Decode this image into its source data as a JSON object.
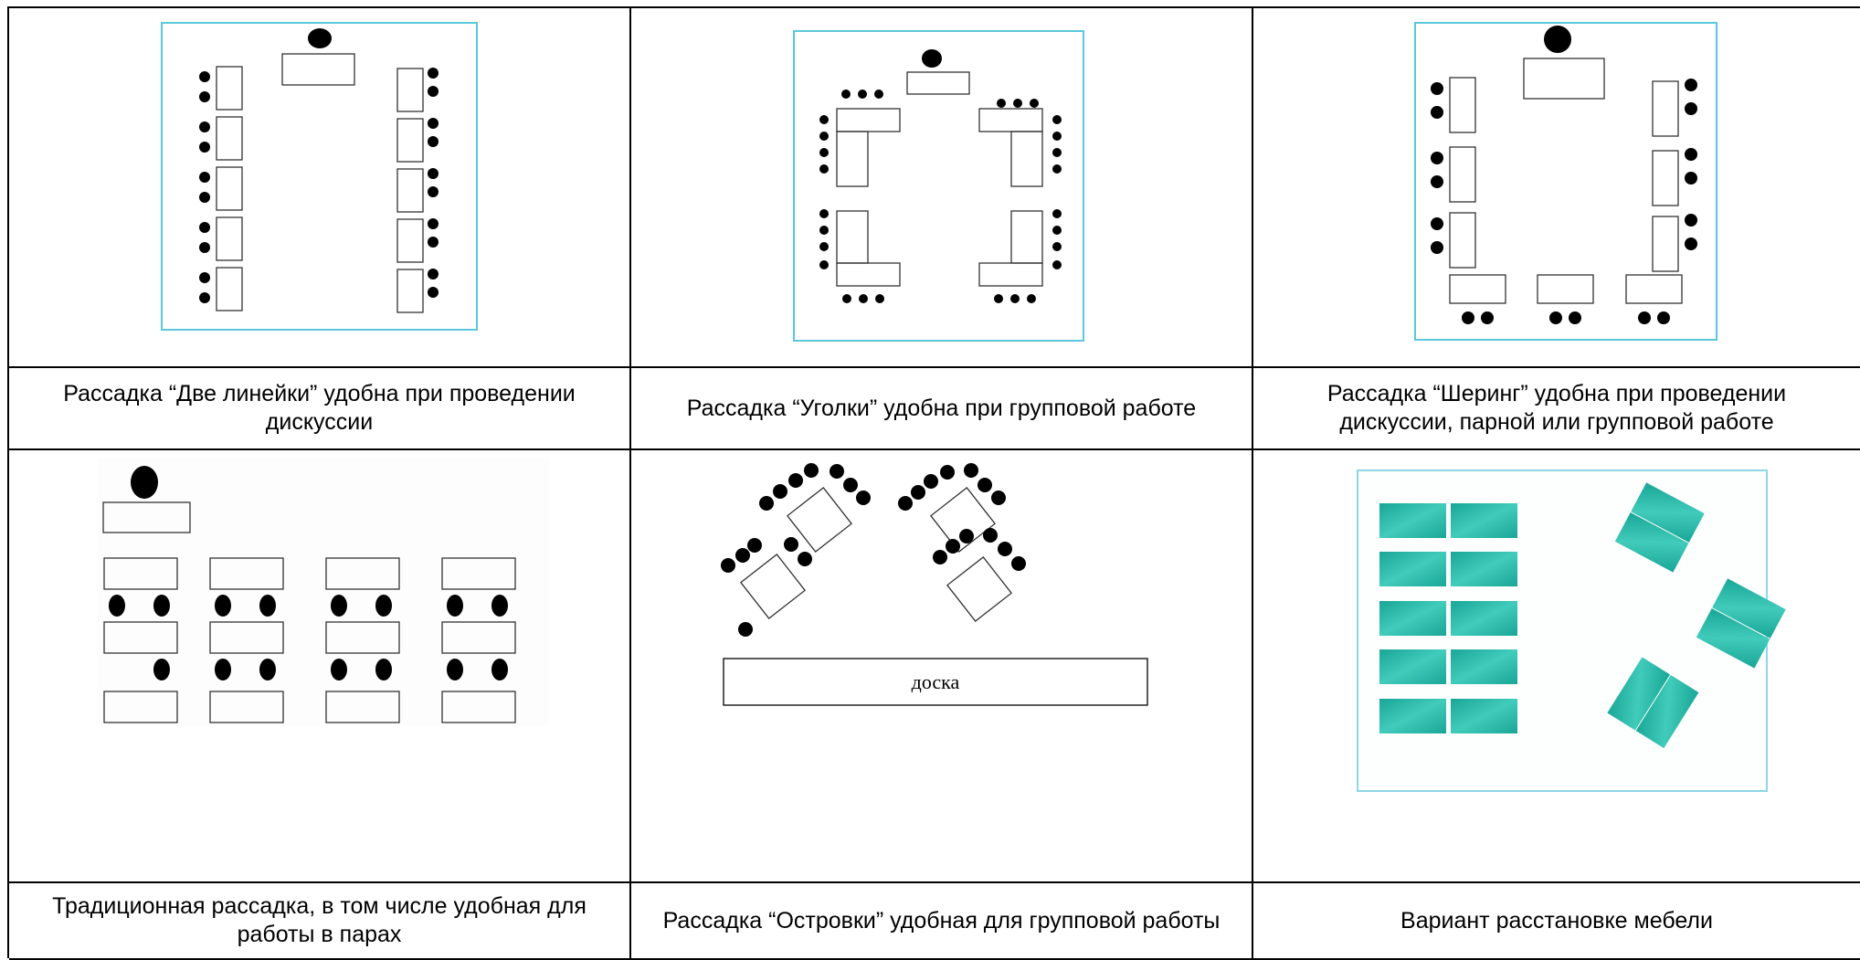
{
  "layouts": [
    {
      "id": "two-lines",
      "caption": "Рассадка “Две линейки” удобна при проведении дискуссии"
    },
    {
      "id": "corners",
      "caption": "Рассадка “Уголки” удобна при групповой работе"
    },
    {
      "id": "sharing",
      "caption": "Рассадка “Шеринг” удобна при проведении дискуссии, парной или групповой работе"
    },
    {
      "id": "traditional",
      "caption": "Традиционная рассадка, в том числе удобная для работы в парах"
    },
    {
      "id": "islands",
      "caption": "Рассадка “Островки” удобная для групповой работы",
      "board_label": "доска"
    },
    {
      "id": "furniture",
      "caption": "Вариант расстановке мебели"
    }
  ],
  "colors": {
    "frame": "#5bc8dc",
    "desk_teal": "#25b8a6",
    "seat": "#000000",
    "desk_stroke": "#333333"
  }
}
